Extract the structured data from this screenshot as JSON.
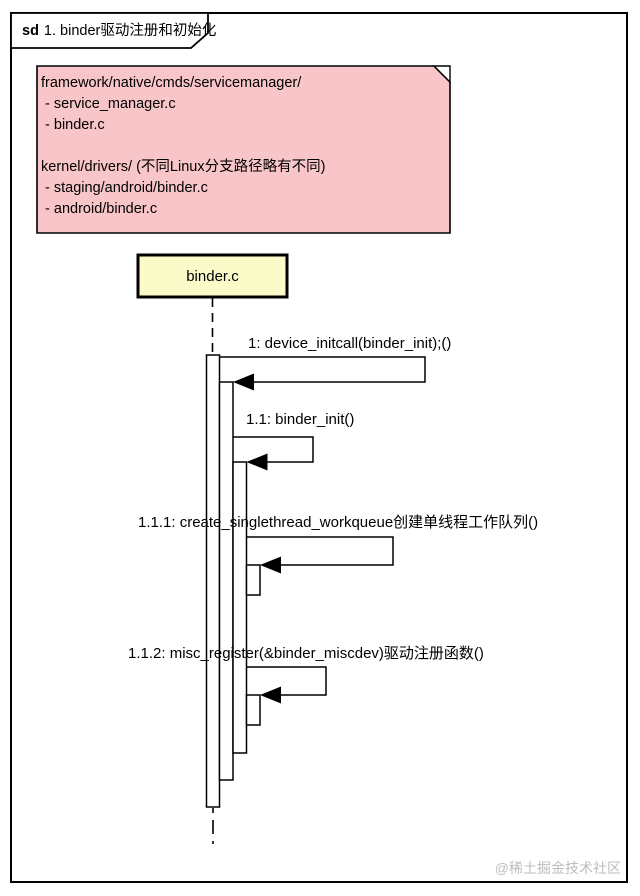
{
  "frame": {
    "keyword": "sd",
    "title": "1. binder驱动注册和初始化"
  },
  "note": {
    "lines": [
      "framework/native/cmds/servicemanager/",
      " - service_manager.c",
      " - binder.c",
      "",
      "kernel/drivers/ (不同Linux分支路径略有不同)",
      " - staging/android/binder.c",
      " - android/binder.c"
    ]
  },
  "lifeline": {
    "label": "binder.c"
  },
  "messages": [
    {
      "label": "1: device_initcall(binder_init);()"
    },
    {
      "label": "1.1: binder_init()"
    },
    {
      "label": "1.1.1: create_singlethread_workqueue创建单线程工作队列()"
    },
    {
      "label": "1.1.2: misc_register(&binder_miscdev)驱动注册函数()"
    }
  ],
  "watermark": "@稀土掘金技术社区",
  "colors": {
    "note_fill": "#f8c5c8",
    "lifeline_fill": "#fbfbca",
    "line": "#000000",
    "watermark": "#bdbdbd"
  }
}
